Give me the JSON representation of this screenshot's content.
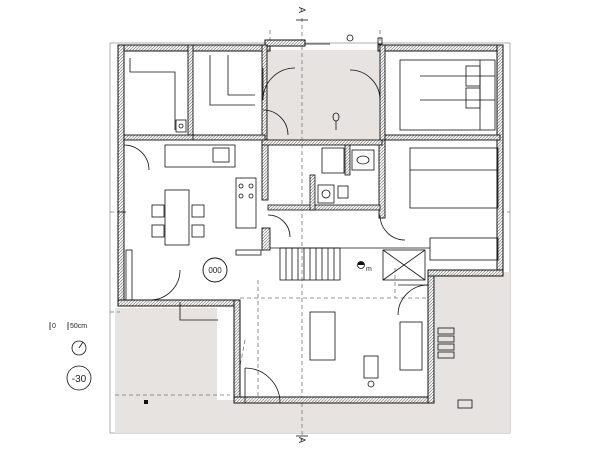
{
  "section_marker_top": "A",
  "section_marker_bottom": "A",
  "room_level_label": "000",
  "stair_label": "m",
  "legend": {
    "scale_zero": "0",
    "scale_length": "50cm",
    "level_label": "-30"
  },
  "colors": {
    "wall_hatch": "#9a9a9a",
    "floor_tint": "#e6e3e1",
    "line": "#111111",
    "dashed": "#777777"
  }
}
